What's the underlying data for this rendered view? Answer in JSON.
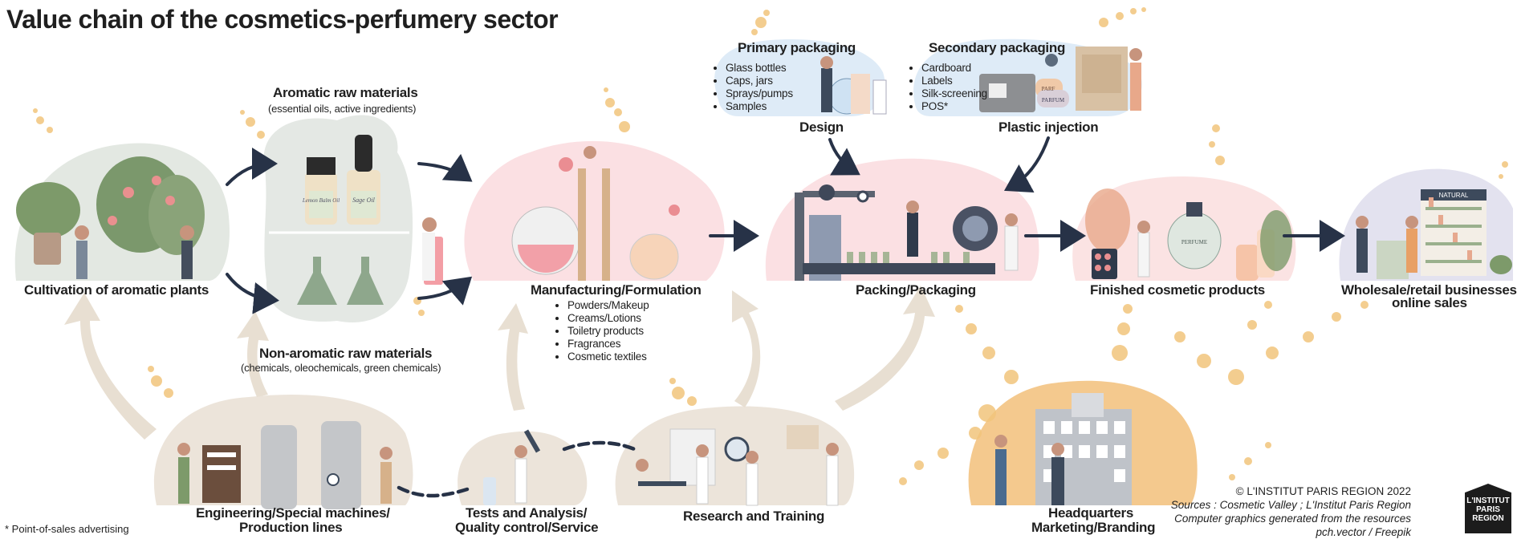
{
  "title": "Value chain of the cosmetics-perfumery sector",
  "nodes": {
    "cultivation": "Cultivation of aromatic plants",
    "aromatic": {
      "label": "Aromatic raw materials",
      "sub": "(essential oils, active ingredients)"
    },
    "non_aromatic": {
      "label": "Non-aromatic raw materials",
      "sub": "(chemicals, oleochemicals, green chemicals)"
    },
    "manufacturing": {
      "label": "Manufacturing/Formulation",
      "items": [
        "Powders/Makeup",
        "Creams/Lotions",
        "Toiletry products",
        "Fragrances",
        "Cosmetic textiles"
      ]
    },
    "primary_packaging": {
      "label": "Primary packaging",
      "items": [
        "Glass bottles",
        "Caps, jars",
        "Sprays/pumps",
        "Samples"
      ]
    },
    "secondary_packaging": {
      "label": "Secondary packaging",
      "items": [
        "Cardboard",
        "Labels",
        "Silk-screening",
        "POS*"
      ]
    },
    "design": "Design",
    "plastic_injection": "Plastic injection",
    "packing": "Packing/Packaging",
    "finished": "Finished cosmetic products",
    "wholesale": {
      "line1": "Wholesale/retail businesses,",
      "line2": "online sales"
    },
    "engineering": {
      "line1": "Engineering/Special machines/",
      "line2": "Production lines"
    },
    "tests": {
      "line1": "Tests and Analysis/",
      "line2": "Quality control/Service"
    },
    "research": "Research and Training",
    "headquarters": {
      "line1": "Headquarters",
      "line2": "Marketing/Branding"
    }
  },
  "illustration_text": {
    "bottle1": "Lemon Balm Oil",
    "bottle2": "Sage Oil",
    "shop_sign": "NATURAL",
    "tag1": "PARF",
    "tag2": "PARFUM",
    "bottle_label": "PERFUME"
  },
  "credits": {
    "copyright": "© L'INSTITUT PARIS REGION 2022",
    "sources": "Sources : Cosmetic Valley ; L'Institut Paris Region",
    "graphics": "Computer graphics generated from the resources",
    "author": "pch.vector / Freepik"
  },
  "logo": {
    "line1": "L'INSTITUT",
    "line2": "PARIS",
    "line3": "REGION"
  },
  "footnote": "* Point-of-sales advertising",
  "colors": {
    "arrow": "#273247",
    "beige": "#ece4da",
    "pink": "#fbe0e3",
    "sage": "#e2e7e2",
    "blue": "#dfeaf6",
    "lavender": "#e3e2ef",
    "orange": "#f4c98e",
    "dots": "#f2c57c"
  }
}
